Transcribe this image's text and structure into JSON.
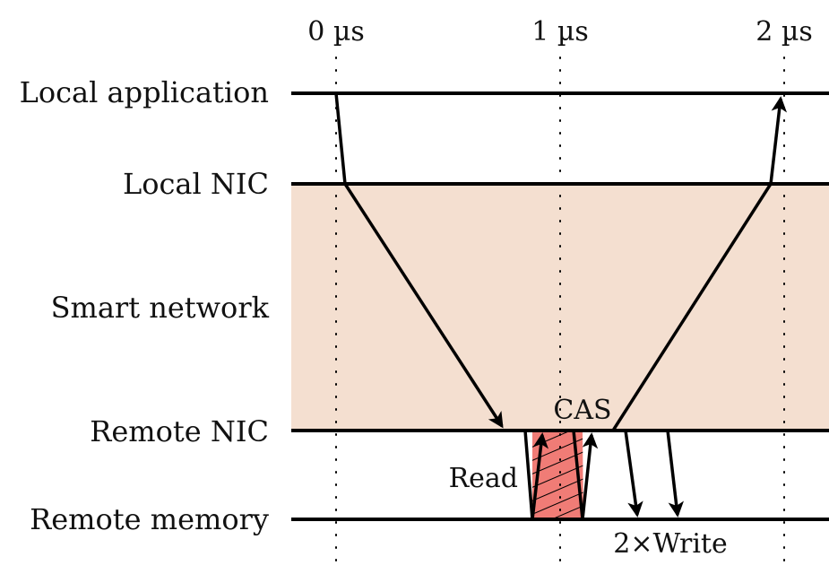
{
  "lanes": {
    "local_app": "Local application",
    "local_nic": "Local NIC",
    "smart_network": "Smart network",
    "remote_nic": "Remote NIC",
    "remote_memory": "Remote memory"
  },
  "time_ticks": [
    "0 µs",
    "1 µs",
    "2 µs"
  ],
  "annotations": {
    "cas": "CAS",
    "read": "Read",
    "write": "2×Write"
  },
  "colors": {
    "network_fill": "#F4DFD0",
    "cas_fill": "#F07C76",
    "lines": "#000000"
  }
}
